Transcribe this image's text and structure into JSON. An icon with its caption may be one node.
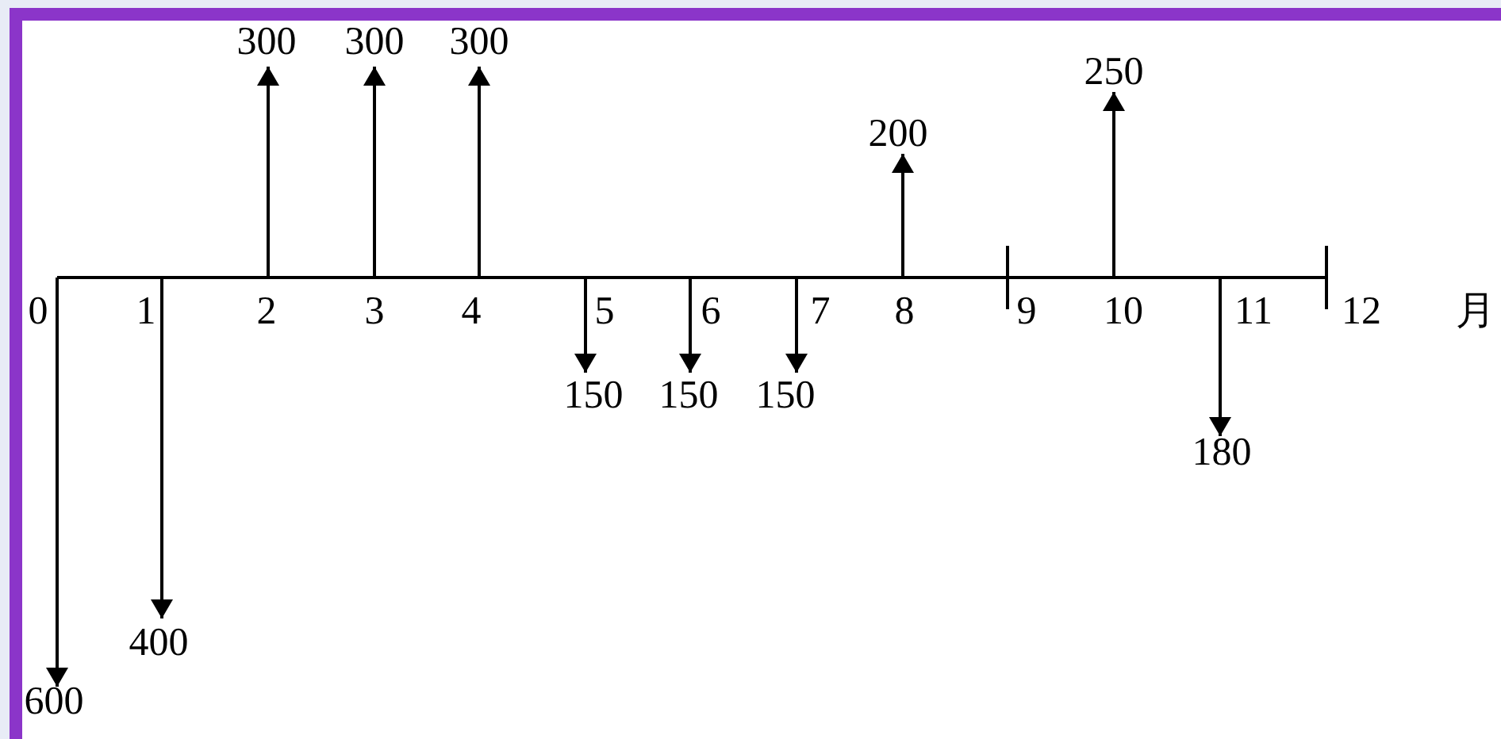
{
  "diagram": {
    "labels": [
      "300",
      "300",
      "300",
      "250",
      "200",
      "0",
      "1",
      "2",
      "3",
      "4",
      "5",
      "6",
      "7",
      "8",
      "9",
      "10",
      "11",
      "12",
      "月",
      "150",
      "150",
      "150",
      "180",
      "400",
      "600"
    ]
  }
}
